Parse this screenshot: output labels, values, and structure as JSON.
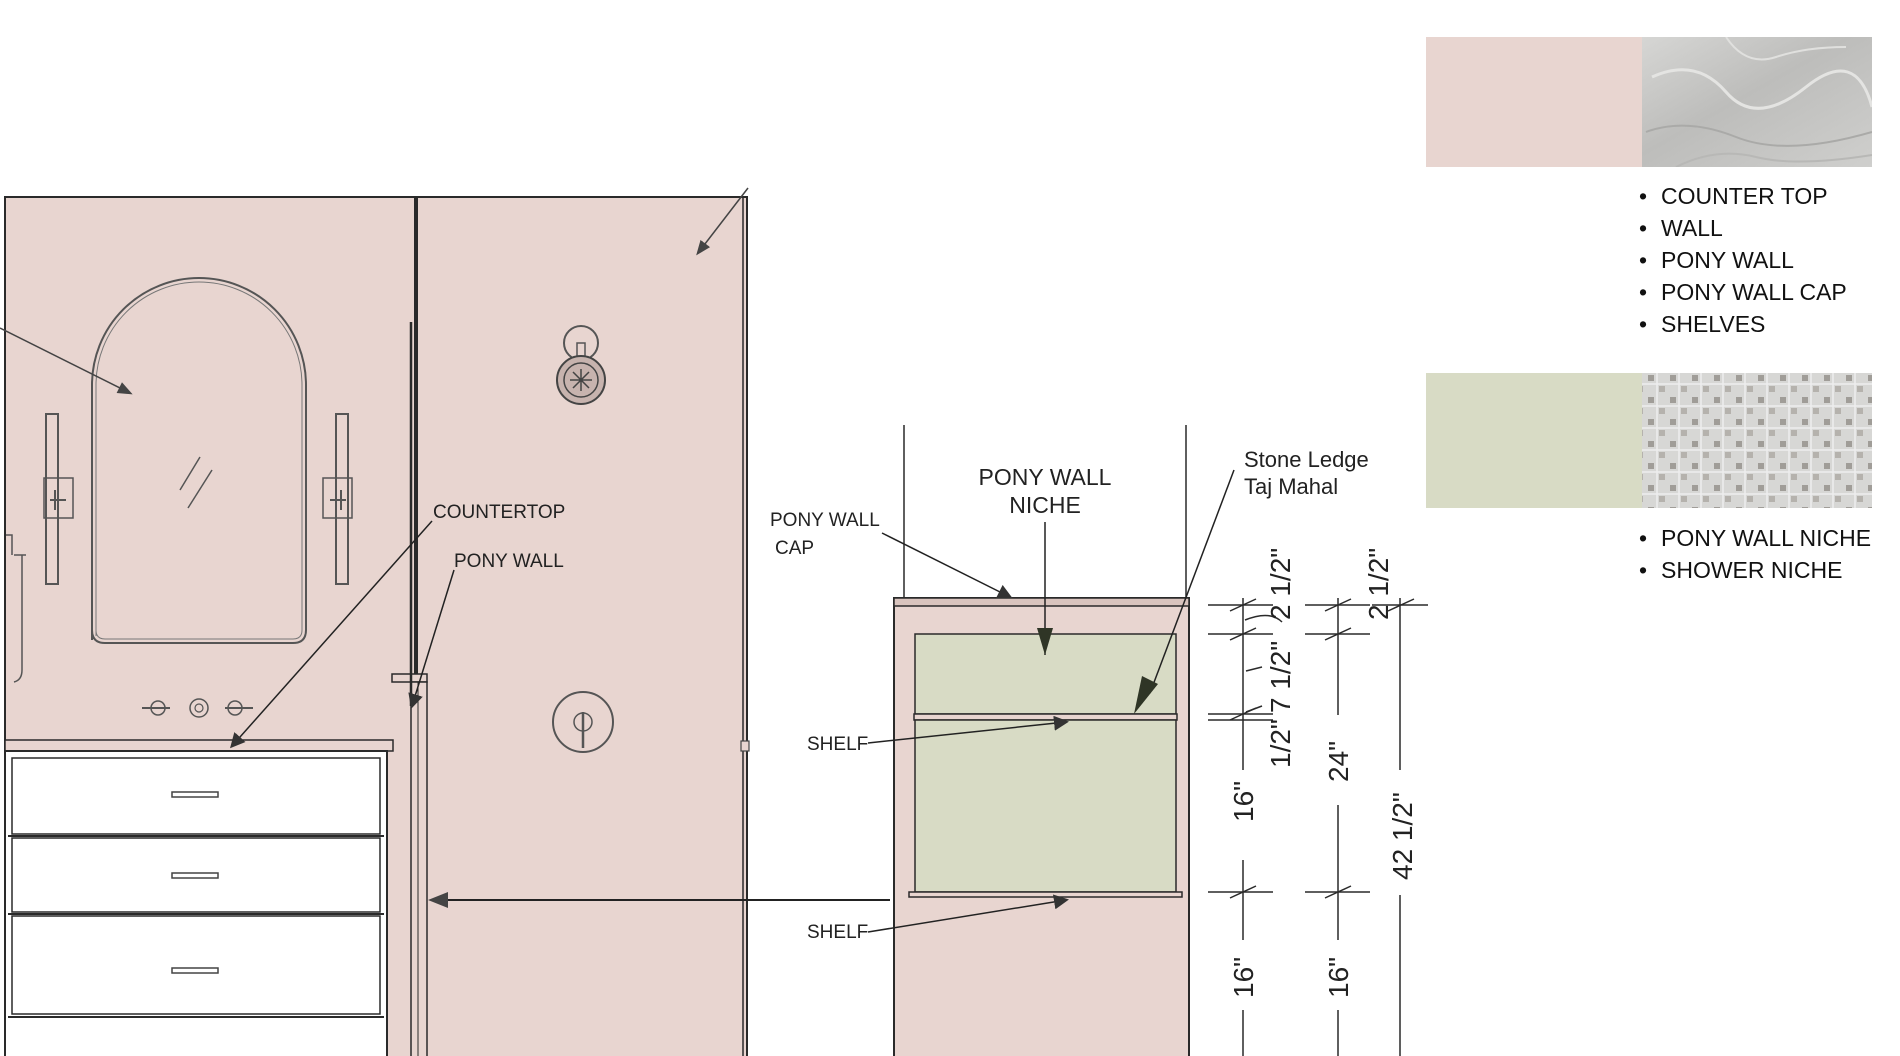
{
  "colors": {
    "wall_pink": "#e8d5d0",
    "niche_green": "#d8dbc5",
    "line": "#2a2a2a",
    "stone": "#c9c9c9"
  },
  "elevation": {
    "labels": {
      "countertop": "COUNTERTOP",
      "pony_wall": "PONY WALL"
    },
    "icons": [
      "mirror-icon",
      "sconce-icon",
      "faucet-icon",
      "shower-head-icon",
      "shower-valve-icon",
      "drawer-pull-icon"
    ]
  },
  "section": {
    "title_line1": "PONY WALL",
    "title_line2": "NICHE",
    "stone_line1": "Stone Ledge",
    "stone_line2": "Taj Mahal",
    "cap_line1": "PONY WALL",
    "cap_line2": "CAP",
    "shelf_upper": "SHELF",
    "shelf_lower": "SHELF"
  },
  "dimensions": {
    "inner": [
      "2 1/2\"",
      "7 1/2\"",
      "1/2\"",
      "16\"",
      "16\""
    ],
    "middle": [
      "2 1/2\"",
      "24\"",
      "16\""
    ],
    "outer": [
      "42 1/2\""
    ]
  },
  "materials": {
    "set1": {
      "color": "#e8d5d0",
      "finish": "grey marble",
      "items": [
        "COUNTER TOP",
        "WALL",
        "PONY WALL",
        "PONY WALL CAP",
        "SHELVES"
      ]
    },
    "set2": {
      "color": "#d8dbc5",
      "finish": "marble mosaic",
      "items": [
        "PONY WALL NICHE",
        "SHOWER NICHE"
      ]
    }
  }
}
